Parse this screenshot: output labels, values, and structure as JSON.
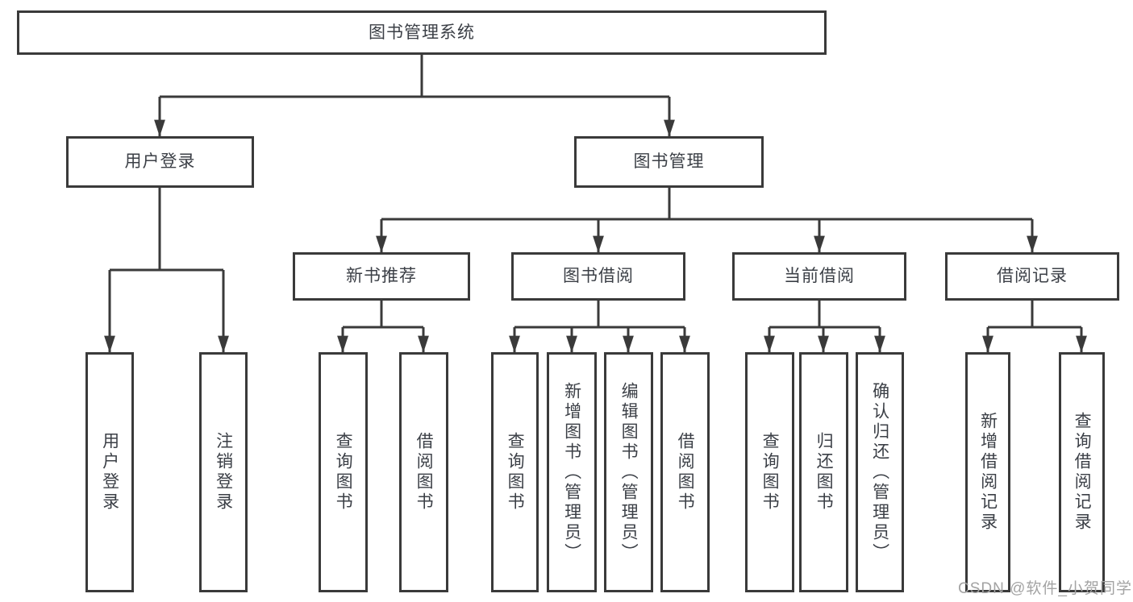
{
  "diagram": {
    "root": {
      "label": "图书管理系统"
    },
    "level2": [
      {
        "label": "用户登录"
      },
      {
        "label": "图书管理"
      }
    ],
    "level3": [
      {
        "label": "新书推荐"
      },
      {
        "label": "图书借阅"
      },
      {
        "label": "当前借阅"
      },
      {
        "label": "借阅记录"
      }
    ],
    "leaves": {
      "user_login": [
        {
          "label": "用户登录"
        },
        {
          "label": "注销登录"
        }
      ],
      "new_book": [
        {
          "label": "查询图书"
        },
        {
          "label": "借阅图书"
        }
      ],
      "book_borrow": [
        {
          "label": "查询图书"
        },
        {
          "label": "新增图书（管理员）"
        },
        {
          "label": "编辑图书（管理员）"
        },
        {
          "label": "借阅图书"
        }
      ],
      "current_borrow": [
        {
          "label": "查询图书"
        },
        {
          "label": "归还图书"
        },
        {
          "label": "确认归还（管理员）"
        }
      ],
      "borrow_record": [
        {
          "label": "新增借阅记录"
        },
        {
          "label": "查询借阅记录"
        }
      ]
    },
    "line_color": "#3a3a3a",
    "text_color": "#3b3f46",
    "background_color": "#ffffff"
  },
  "watermark": {
    "text": "CSDN @软件_小贺同学",
    "color": "#a3a3a3"
  }
}
